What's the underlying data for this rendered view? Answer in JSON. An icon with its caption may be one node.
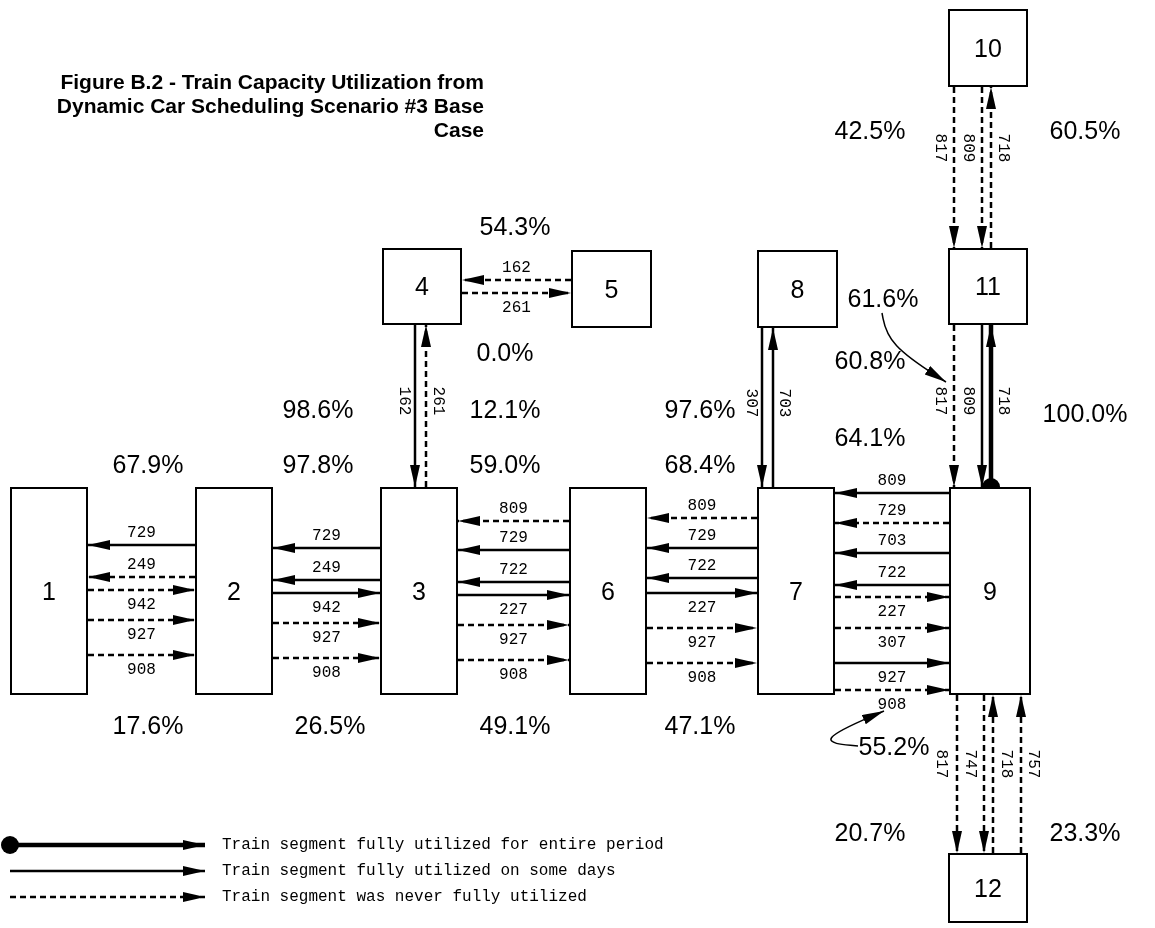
{
  "diagram": {
    "title": "Figure B.2 - Train Capacity Utilization from Dynamic Car Scheduling Scenario #3 Base Case",
    "nodes": [
      {
        "text": [
          "1"
        ]
      },
      {
        "text": [
          "2"
        ]
      },
      {
        "text": [
          "3"
        ]
      },
      {
        "text": [
          "4"
        ]
      },
      {
        "text": [
          "5"
        ]
      },
      {
        "text": [
          "6"
        ]
      },
      {
        "text": [
          "7"
        ]
      },
      {
        "text": [
          "8"
        ]
      },
      {
        "text": [
          "9"
        ]
      },
      {
        "text": [
          "10"
        ]
      },
      {
        "text": [
          "11"
        ]
      },
      {
        "text": [
          "12"
        ]
      },
      {
        "text": [
          "61.6%"
        ]
      },
      {
        "text": [
          "55.2%"
        ]
      }
    ],
    "edges": [
      {
        "from": 1,
        "to": 0,
        "arrow": "to",
        "label": "729"
      },
      {
        "from": 1,
        "to": 0,
        "arrow": "to",
        "label": "249",
        "style": "dashed"
      },
      {
        "from": 0,
        "to": 1,
        "arrow": "to",
        "label": "942",
        "style": "dashed"
      },
      {
        "from": 0,
        "to": 1,
        "arrow": "to",
        "label": "927",
        "style": "dashed"
      },
      {
        "from": 0,
        "to": 1,
        "arrow": "to",
        "label": "908",
        "style": "dashed"
      },
      {
        "from": 2,
        "to": 1,
        "arrow": "to",
        "label": "729"
      },
      {
        "from": 2,
        "to": 1,
        "arrow": "to",
        "label": "249"
      },
      {
        "from": 1,
        "to": 2,
        "arrow": "to",
        "label": "942"
      },
      {
        "from": 1,
        "to": 2,
        "arrow": "to",
        "label": "927",
        "style": "dashed"
      },
      {
        "from": 1,
        "to": 2,
        "arrow": "to",
        "label": "908",
        "style": "dashed"
      },
      {
        "from": 5,
        "to": 2,
        "arrow": "to",
        "label": "809",
        "style": "dashed"
      },
      {
        "from": 5,
        "to": 2,
        "arrow": "to",
        "label": "729"
      },
      {
        "from": 5,
        "to": 2,
        "arrow": "to",
        "label": "722"
      },
      {
        "from": 2,
        "to": 5,
        "arrow": "to",
        "label": "227"
      },
      {
        "from": 2,
        "to": 5,
        "arrow": "to",
        "label": "927",
        "style": "dashed"
      },
      {
        "from": 2,
        "to": 5,
        "arrow": "to",
        "label": "908",
        "style": "dashed"
      },
      {
        "from": 6,
        "to": 5,
        "arrow": "to",
        "label": "809",
        "style": "dashed"
      },
      {
        "from": 6,
        "to": 5,
        "arrow": "to",
        "label": "729"
      },
      {
        "from": 6,
        "to": 5,
        "arrow": "to",
        "label": "722"
      },
      {
        "from": 5,
        "to": 6,
        "arrow": "to",
        "label": "227"
      },
      {
        "from": 5,
        "to": 6,
        "arrow": "to",
        "label": "927",
        "style": "dashed"
      },
      {
        "from": 5,
        "to": 6,
        "arrow": "to",
        "label": "908",
        "style": "dashed"
      },
      {
        "from": 8,
        "to": 6,
        "arrow": "to",
        "label": "809"
      },
      {
        "from": 8,
        "to": 6,
        "arrow": "to",
        "label": "729",
        "style": "dashed"
      },
      {
        "from": 8,
        "to": 6,
        "arrow": "to",
        "label": "703"
      },
      {
        "from": 8,
        "to": 6,
        "arrow": "to",
        "label": "722"
      },
      {
        "from": 6,
        "to": 8,
        "arrow": "to",
        "label": "227",
        "style": "dashed"
      },
      {
        "from": 6,
        "to": 8,
        "arrow": "to",
        "label": "307",
        "style": "dashed"
      },
      {
        "from": 6,
        "to": 8,
        "arrow": "to",
        "label": "927"
      },
      {
        "from": 6,
        "to": 8,
        "arrow": "to",
        "label": "908",
        "style": "dashed"
      },
      {
        "from": 3,
        "to": 2,
        "arrow": "to",
        "label": "162"
      },
      {
        "from": 2,
        "to": 3,
        "arrow": "to",
        "label": "261",
        "style": "dashed"
      },
      {
        "from": 4,
        "to": 3,
        "arrow": "to",
        "label": "162",
        "style": "dashed"
      },
      {
        "from": 3,
        "to": 4,
        "arrow": "to",
        "label": "261",
        "style": "dashed"
      },
      {
        "from": 7,
        "to": 6,
        "arrow": "to",
        "label": "307"
      },
      {
        "from": 6,
        "to": 7,
        "arrow": "to",
        "label": "703"
      },
      {
        "from": 9,
        "to": 10,
        "arrow": "to",
        "label": "817",
        "style": "dashed"
      },
      {
        "from": 9,
        "to": 10,
        "arrow": "to",
        "label": "809",
        "style": "dashed"
      },
      {
        "from": 10,
        "to": 9,
        "arrow": "to",
        "label": "718",
        "style": "dashed"
      },
      {
        "from": 10,
        "to": 8,
        "arrow": "to",
        "label": "817",
        "style": "dashed"
      },
      {
        "from": 10,
        "to": 8,
        "arrow": "to",
        "label": "809"
      },
      {
        "from": 8,
        "to": 10,
        "arrow": "to",
        "label": "718",
        "style": "thick"
      },
      {
        "from": 8,
        "to": 11,
        "arrow": "to",
        "label": "817",
        "style": "dashed"
      },
      {
        "from": 8,
        "to": 11,
        "arrow": "to",
        "label": "747",
        "style": "dashed"
      },
      {
        "from": 11,
        "to": 8,
        "arrow": "to",
        "label": "718",
        "style": "dashed"
      },
      {
        "from": 11,
        "to": 8,
        "arrow": "to",
        "label": "757",
        "style": "dashed"
      },
      {
        "from": 12,
        "to": null,
        "arrow": "to"
      },
      {
        "from": 13,
        "to": null,
        "arrow": "to"
      }
    ],
    "labels": [
      "54.3%",
      "42.5%",
      "60.5%",
      "0.0%",
      "60.8%",
      "98.6%",
      "12.1%",
      "97.6%",
      "100.0%",
      "64.1%",
      "67.9%",
      "97.8%",
      "59.0%",
      "68.4%",
      "17.6%",
      "26.5%",
      "49.1%",
      "47.1%",
      "20.7%",
      "23.3%"
    ],
    "legend": [
      {
        "text": "Train segment fully utilized for entire period"
      },
      {
        "text": "Train segment fully utilized on some days"
      },
      {
        "text": "Train segment was never fully utilized"
      }
    ]
  }
}
